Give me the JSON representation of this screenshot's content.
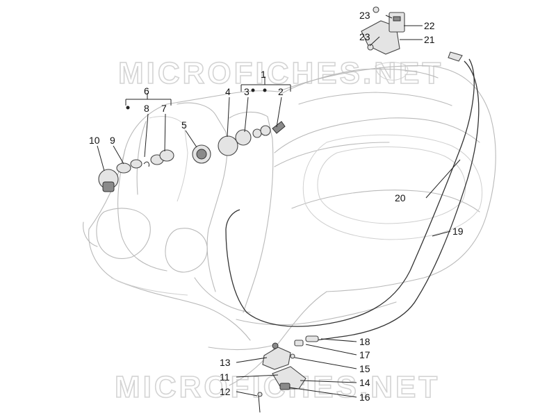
{
  "watermark": {
    "top_text": "MICROFICHES.NET",
    "bottom_text": "MICROFICHES.NET"
  },
  "callouts": {
    "c1": "1",
    "c2": "2",
    "c3": "3",
    "c4": "4",
    "c5": "5",
    "c6": "6",
    "c7": "7",
    "c8": "8",
    "c9": "9",
    "c10": "10",
    "c11": "11",
    "c12": "12",
    "c13": "13",
    "c14": "14",
    "c15": "15",
    "c16": "16",
    "c17": "17",
    "c18": "18",
    "c19": "19",
    "c20": "20",
    "c21": "21",
    "c22": "22",
    "c23a": "23",
    "c23b": "23"
  },
  "colors": {
    "outline": "#b9b9b9",
    "ink": "#222222",
    "watermark": "#d4d4d4"
  }
}
